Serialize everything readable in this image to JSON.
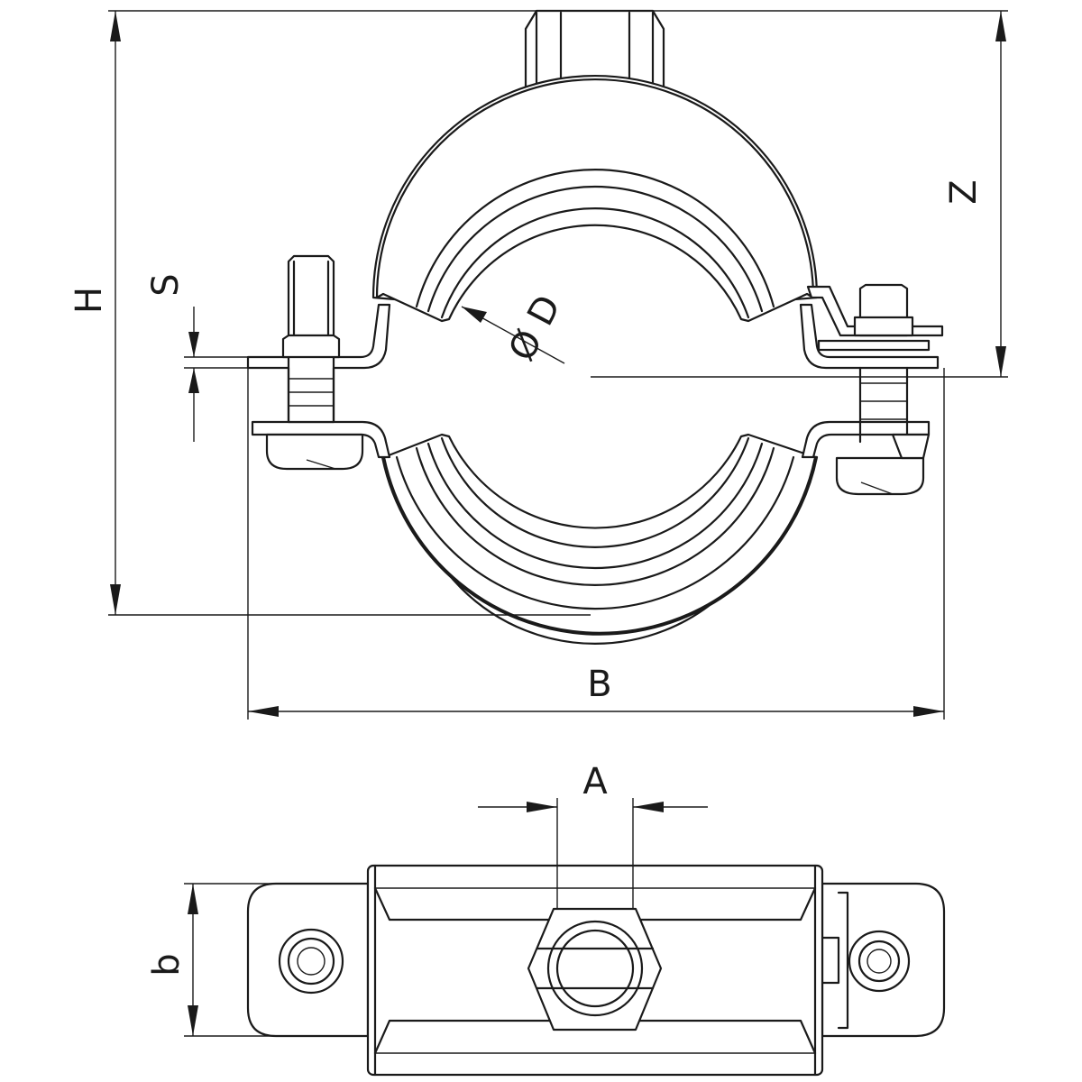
{
  "labels": {
    "H": "H",
    "Z": "Z",
    "S": "S",
    "D": "Ø D",
    "B": "B",
    "A": "A",
    "b": "b"
  }
}
